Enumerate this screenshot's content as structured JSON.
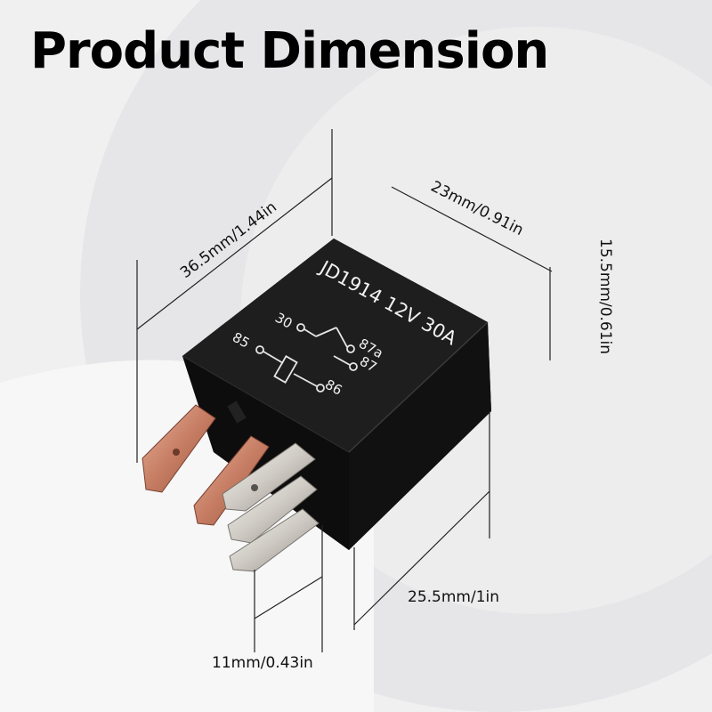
{
  "title": "Product Dimension",
  "relay": {
    "model_text": "JD1914 12V 30A",
    "pins": {
      "p30": "30",
      "p87a": "87a",
      "p85": "85",
      "p87": "87",
      "p86": "86"
    }
  },
  "dimensions": {
    "length": "36.5mm/1.44in",
    "width": "23mm/0.91in",
    "height": "15.5mm/0.61in",
    "base": "25.5mm/1in",
    "terminal": "11mm/0.43in"
  },
  "colors": {
    "background": "#f0f0f1",
    "relay_body": "#151515",
    "copper_terminal": "#c7806a",
    "silver_terminal": "#d9d6d0"
  }
}
